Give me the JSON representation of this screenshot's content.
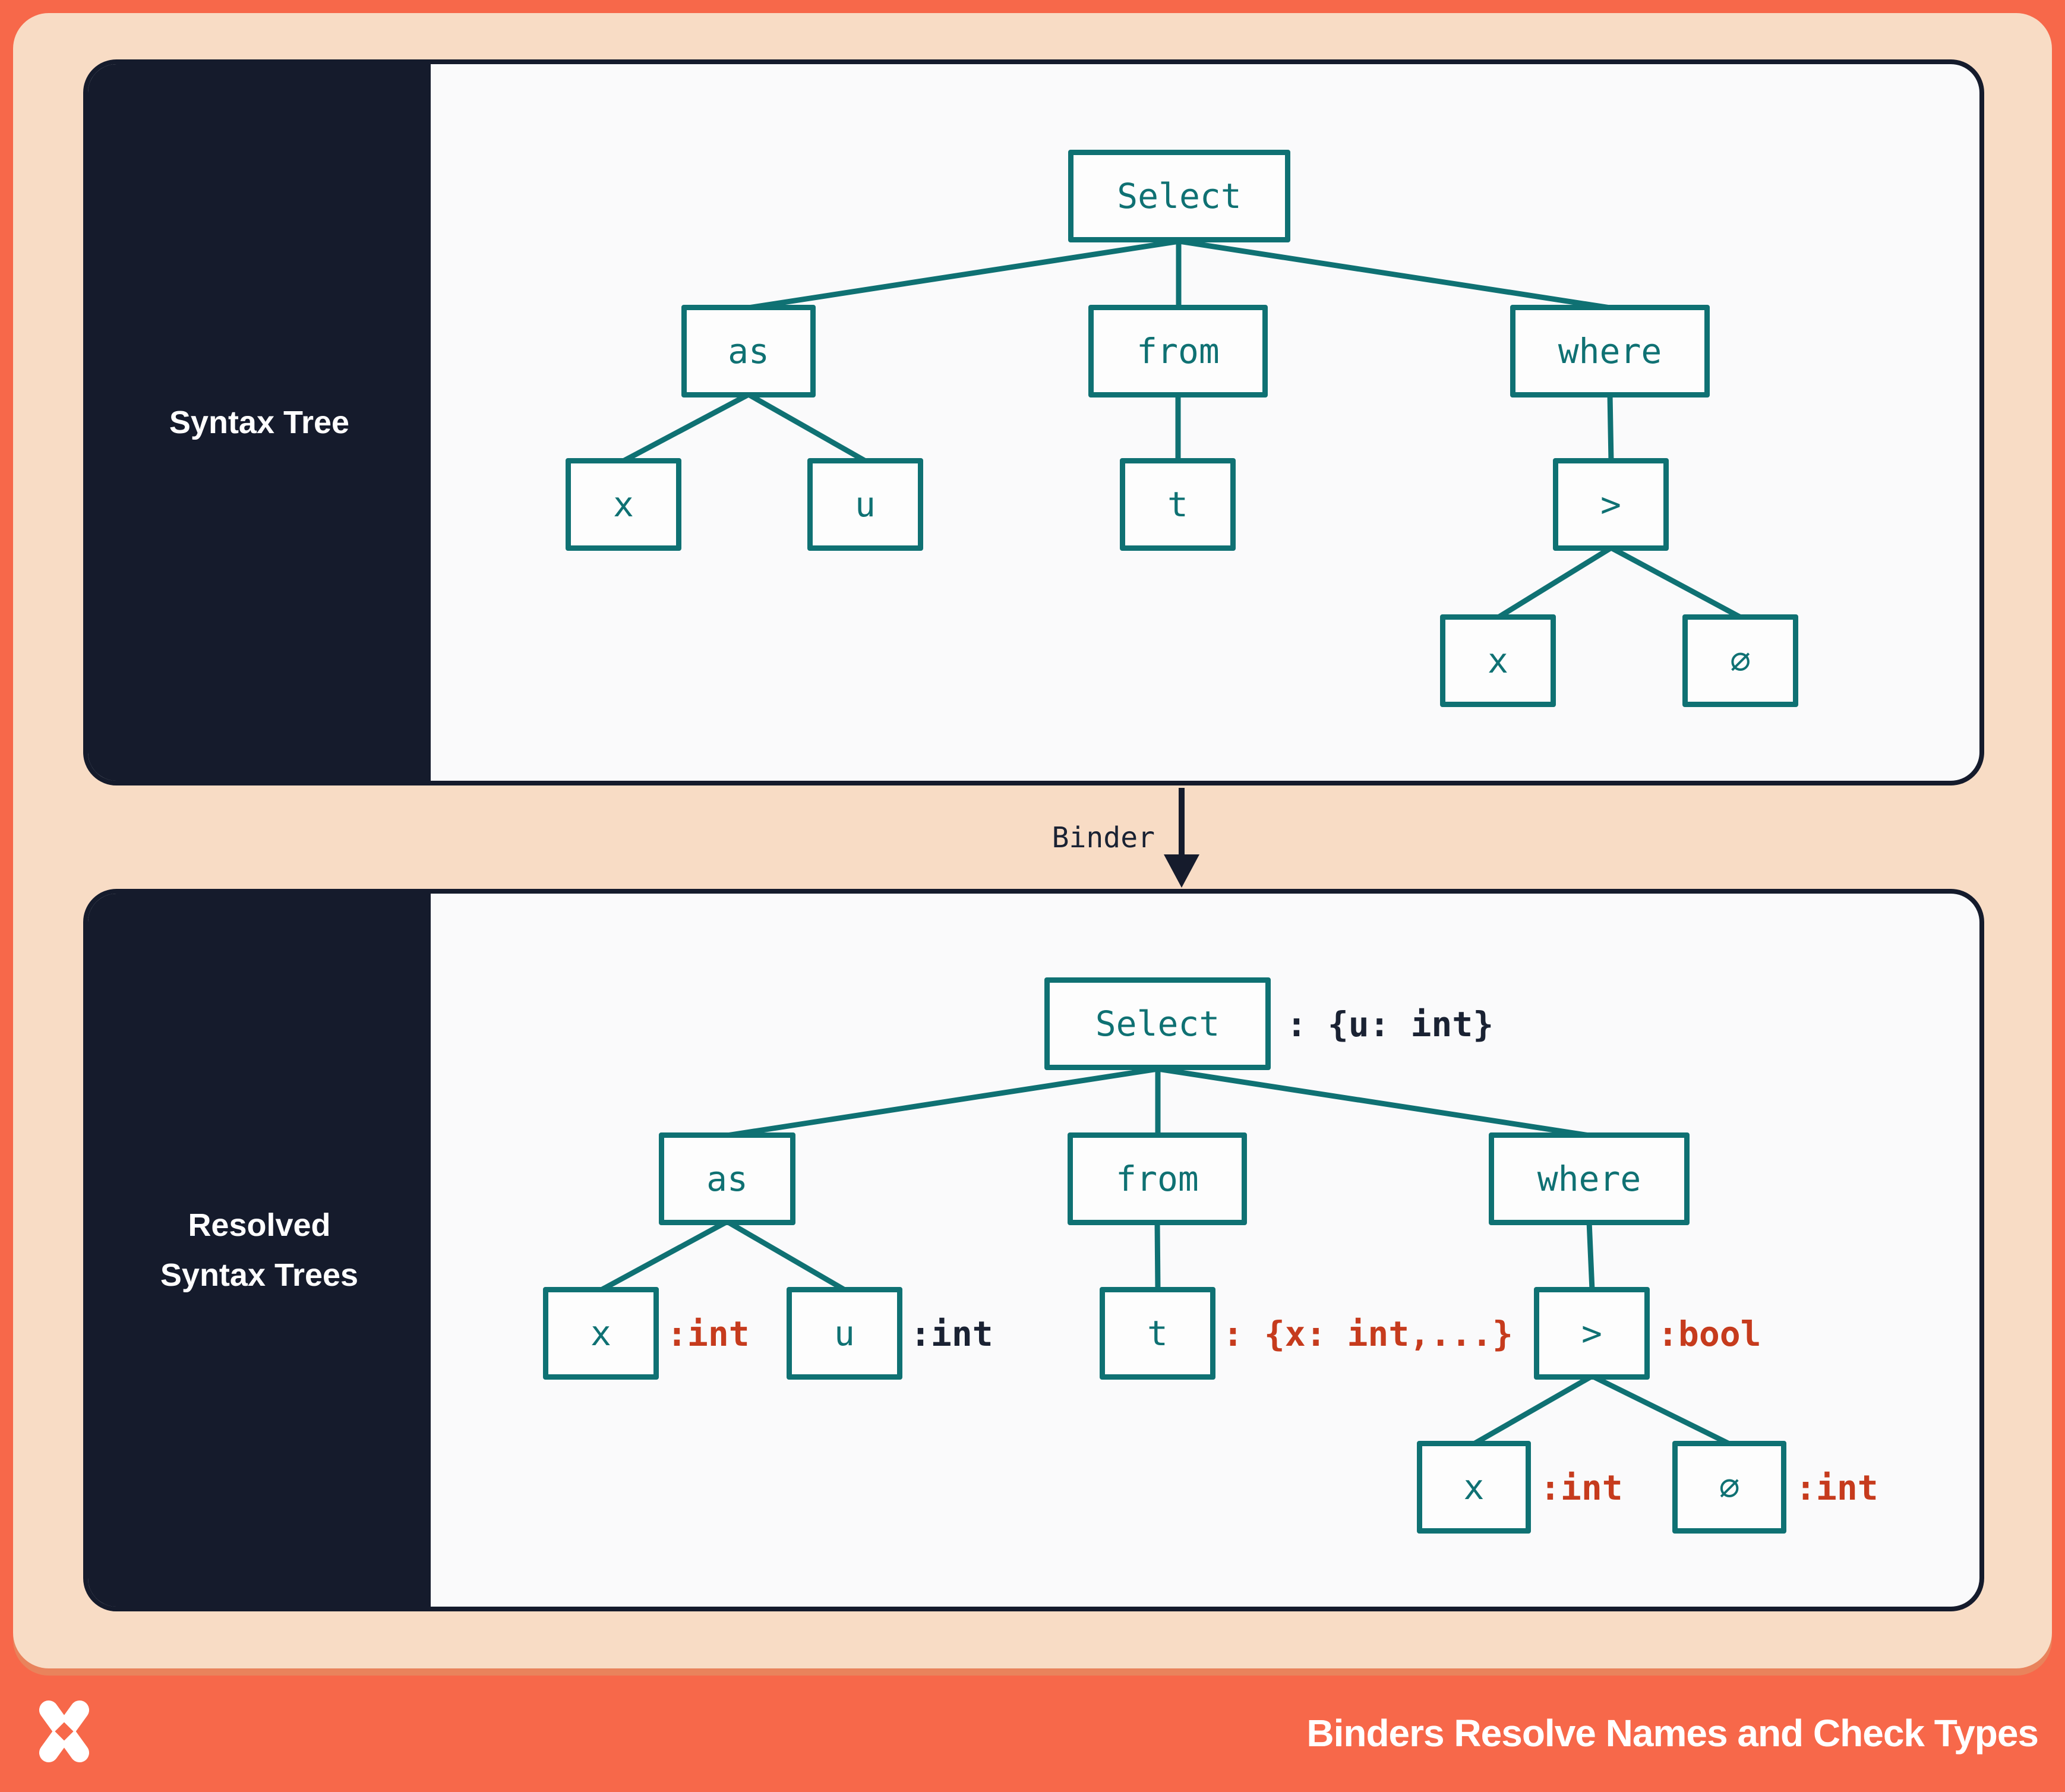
{
  "colors": {
    "coral": "#F7684A",
    "peach": "#F8DCC5",
    "peach_shadow": "#E9835C",
    "navy": "#151B2C",
    "teal": "#0F7173",
    "content_bg": "#FAFAFB",
    "node_fill": "#FDFDFD",
    "annotation_red": "#C63B1D",
    "annotation_navy": "#1A2233",
    "white": "#FFFFFF"
  },
  "panel1": {
    "sidebar_label": "Syntax Tree",
    "tree": {
      "select": "Select",
      "as": "as",
      "from": "from",
      "where": "where",
      "x": "x",
      "u": "u",
      "t": "t",
      "gt": ">",
      "x2": "x",
      "zero": "∅"
    }
  },
  "binder": {
    "label": "Binder"
  },
  "panel2": {
    "sidebar_label_line1": "Resolved",
    "sidebar_label_line2": "Syntax Trees",
    "tree": {
      "select": "Select",
      "as": "as",
      "from": "from",
      "where": "where",
      "x": "x",
      "u": "u",
      "t": "t",
      "gt": ">",
      "x2": "x",
      "zero": "∅"
    },
    "annotations": {
      "select": ": {u: int}",
      "x": ":int",
      "u": ":int",
      "t": ": {x: int,...}",
      "gt": ":bool",
      "x2": ":int",
      "zero": ":int"
    }
  },
  "footer": {
    "title": "Binders Resolve Names and Check Types",
    "logo": "x-cross-logo"
  }
}
